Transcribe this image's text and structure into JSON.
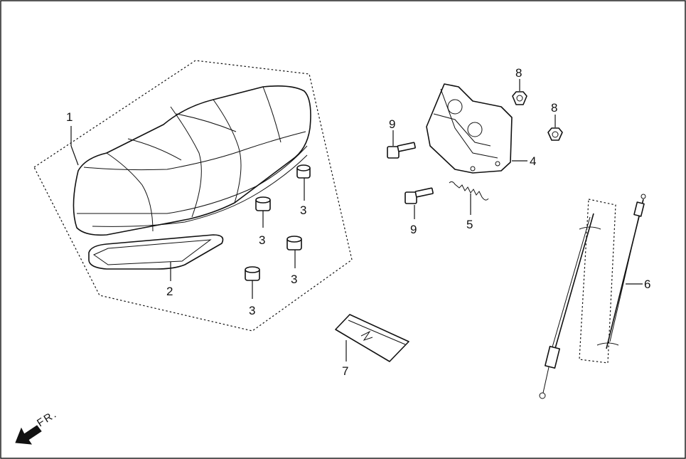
{
  "direction_label": "FR.",
  "callouts": {
    "c1": "1",
    "c2": "2",
    "c3a": "3",
    "c3b": "3",
    "c3c": "3",
    "c3d": "3",
    "c4": "4",
    "c5": "5",
    "c6": "6",
    "c7": "7",
    "c8a": "8",
    "c8b": "8",
    "c9a": "9",
    "c9b": "9"
  }
}
